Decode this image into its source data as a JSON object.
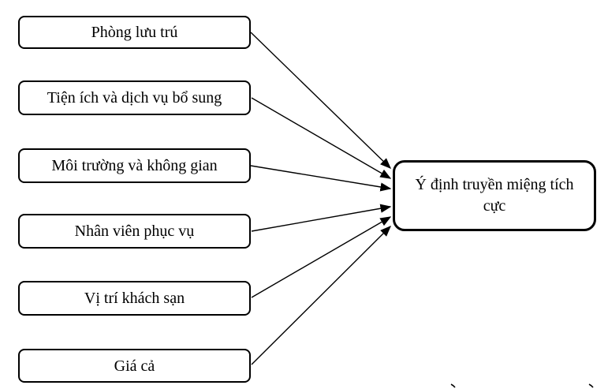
{
  "diagram": {
    "title": "",
    "factors": [
      "Phòng lưu trú",
      "Tiện ích và dịch vụ bổ sung",
      "Môi trường và không gian",
      "Nhân viên phục vụ",
      "Vị trí khách sạn",
      "Giá cả"
    ],
    "outcome": "Ý định truyền miệng tích cực",
    "relationships": [
      {
        "from": "Phòng lưu trú",
        "to": "Ý định truyền miệng tích cực"
      },
      {
        "from": "Tiện ích và dịch vụ bổ sung",
        "to": "Ý định truyền miệng tích cực"
      },
      {
        "from": "Môi trường và không gian",
        "to": "Ý định truyền miệng tích cực"
      },
      {
        "from": "Nhân viên phục vụ",
        "to": "Ý định truyền miệng tích cực"
      },
      {
        "from": "Vị trí khách sạn",
        "to": "Ý định truyền miệng tích cực"
      },
      {
        "from": "Giá cả",
        "to": "Ý định truyền miệng tích cực"
      }
    ],
    "colors": {
      "stroke": "#000000",
      "background": "#ffffff",
      "text": "#000000"
    }
  }
}
